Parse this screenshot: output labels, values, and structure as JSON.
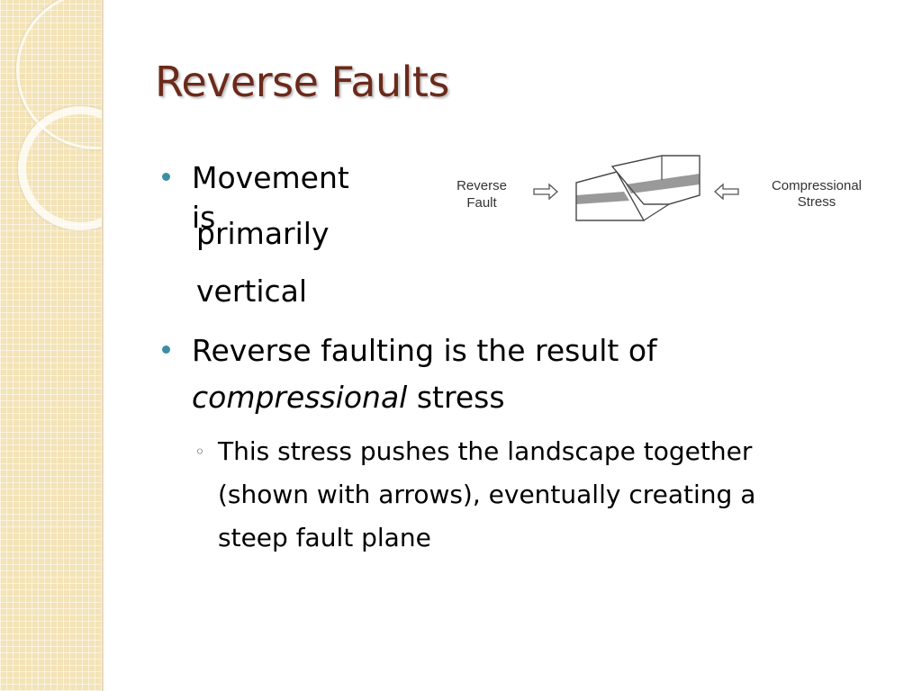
{
  "title": "Reverse Faults",
  "bullets": [
    {
      "lines": [
        "Movement is",
        "primarily",
        "vertical"
      ]
    },
    {
      "text_line1": "Reverse faulting is the result of",
      "italic": "compressional",
      "rest": " stress",
      "sub": {
        "lines": [
          "This stress pushes the landscape together",
          "(shown with arrows), eventually creating a",
          "steep fault plane"
        ]
      }
    }
  ],
  "diagram": {
    "left_label": [
      "Reverse",
      "Fault"
    ],
    "right_label": [
      "Compressional",
      "Stress"
    ]
  },
  "colors": {
    "title": "#6b2a1b",
    "bullet": "#3d8fa0",
    "sidebar": "#f3e3b6"
  }
}
